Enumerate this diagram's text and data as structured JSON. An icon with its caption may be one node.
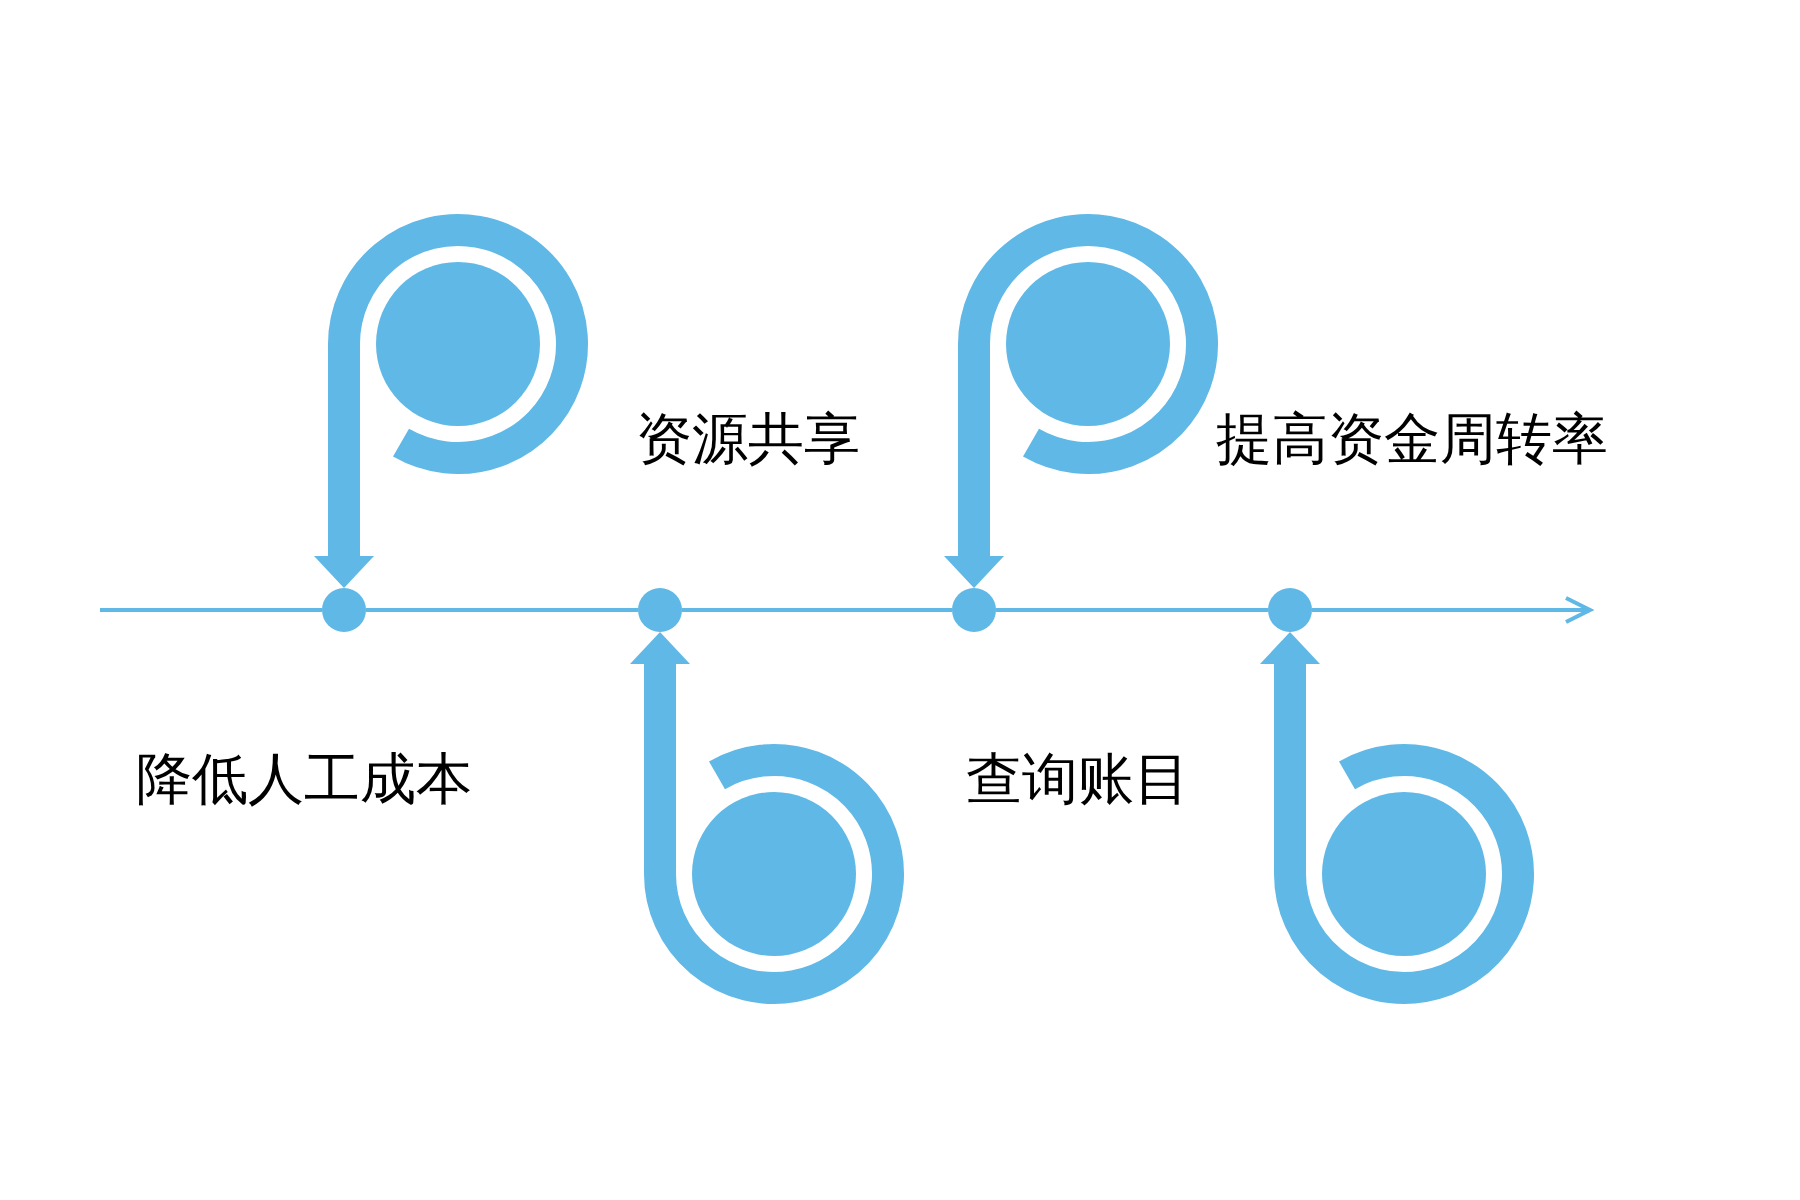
{
  "diagram": {
    "nodes": [
      {
        "text": [],
        "shape": "circle"
      },
      {
        "text": [],
        "shape": "circle"
      },
      {
        "text": [],
        "shape": "circle"
      },
      {
        "text": [],
        "shape": "circle"
      },
      {
        "text": [],
        "shape": "circle"
      },
      {
        "text": [],
        "shape": "circle"
      },
      {
        "text": [],
        "shape": "circle"
      },
      {
        "text": [],
        "shape": "circle"
      }
    ],
    "edges": [
      {
        "from": null,
        "to": 0,
        "arrow": "none"
      },
      {
        "from": 0,
        "to": 1,
        "arrow": "none"
      },
      {
        "from": 1,
        "to": 2,
        "arrow": "none"
      },
      {
        "from": 2,
        "to": 3,
        "arrow": "none"
      },
      {
        "from": 3,
        "to": null,
        "arrow": "to"
      },
      {
        "from": 4,
        "to": 0,
        "arrow": "to",
        "style": "thick"
      },
      {
        "from": 5,
        "to": 1,
        "arrow": "to",
        "style": "thick"
      },
      {
        "from": 6,
        "to": 2,
        "arrow": "to",
        "style": "thick"
      },
      {
        "from": 7,
        "to": 3,
        "arrow": "to",
        "style": "thick"
      }
    ],
    "labels": [
      "资源共享",
      "提高资金周转率",
      "降低人工成本",
      "查询账目"
    ]
  }
}
